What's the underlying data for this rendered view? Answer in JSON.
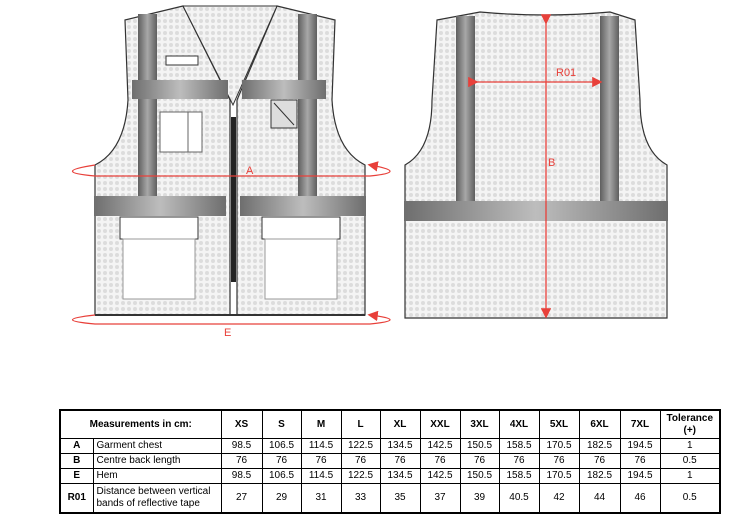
{
  "diagram": {
    "front_labels": {
      "chest": "A",
      "hem": "E"
    },
    "back_labels": {
      "band_distance": "R01",
      "back_length": "B"
    },
    "colors": {
      "measure": "#e8403a",
      "tape": "#7a7a7a",
      "mesh": "#e6e6e6"
    }
  },
  "table": {
    "header": "Measurements in cm:",
    "sizes": [
      "XS",
      "S",
      "M",
      "L",
      "XL",
      "XXL",
      "3XL",
      "4XL",
      "5XL",
      "6XL",
      "7XL"
    ],
    "tolerance_label": "Tolerance (+)",
    "rows": [
      {
        "code": "A",
        "label": "Garment chest",
        "values": [
          "98.5",
          "106.5",
          "114.5",
          "122.5",
          "134.5",
          "142.5",
          "150.5",
          "158.5",
          "170.5",
          "182.5",
          "194.5"
        ],
        "tolerance": "1"
      },
      {
        "code": "B",
        "label": "Centre back length",
        "values": [
          "76",
          "76",
          "76",
          "76",
          "76",
          "76",
          "76",
          "76",
          "76",
          "76",
          "76"
        ],
        "tolerance": "0.5"
      },
      {
        "code": "E",
        "label": "Hem",
        "values": [
          "98.5",
          "106.5",
          "114.5",
          "122.5",
          "134.5",
          "142.5",
          "150.5",
          "158.5",
          "170.5",
          "182.5",
          "194.5"
        ],
        "tolerance": "1"
      },
      {
        "code": "R01",
        "label": "Distance between vertical bands of reflective tape",
        "values": [
          "27",
          "29",
          "31",
          "33",
          "35",
          "37",
          "39",
          "40.5",
          "42",
          "44",
          "46"
        ],
        "tolerance": "0.5"
      }
    ]
  }
}
